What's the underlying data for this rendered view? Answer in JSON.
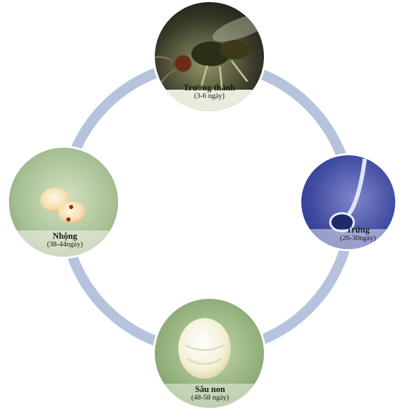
{
  "life_cycle": {
    "ring_color": "#b5c3dc",
    "stages": [
      {
        "id": "adult",
        "name": "Trưởng thành",
        "duration": "(3-6 ngày)",
        "icon": "wasp-adult-photo"
      },
      {
        "id": "egg",
        "name": "Trứng",
        "duration": "(26-30ngày)",
        "icon": "egg-photo"
      },
      {
        "id": "larva",
        "name": "Sâu non",
        "duration": "(48-58 ngày)",
        "icon": "larva-photo"
      },
      {
        "id": "pupa",
        "name": "Nhộng",
        "duration": "(38-44ngày)",
        "icon": "pupa-photo"
      }
    ]
  }
}
